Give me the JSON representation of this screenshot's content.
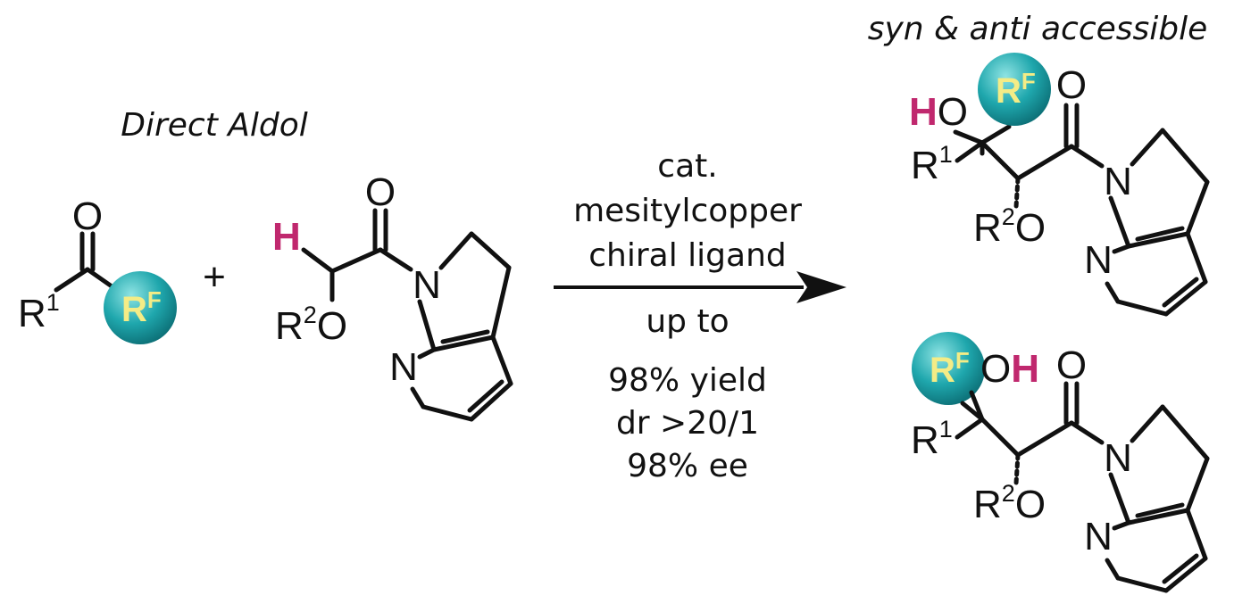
{
  "scheme": {
    "title": "Direct Aldol",
    "products_header": "syn & anti accessible",
    "plus": "+",
    "conditions_above": [
      "cat.",
      "mesitylcopper",
      "chiral ligand"
    ],
    "conditions_below": [
      "up to",
      "98% yield",
      "dr >20/1",
      "98% ee"
    ]
  },
  "labels": {
    "R": "R",
    "one": "1",
    "two": "2",
    "F": "F",
    "O": "O",
    "N": "N",
    "H": "H",
    "HO": "HO",
    "OH": "OH",
    "H_left": "H",
    "H_right": "H"
  },
  "colors": {
    "bond": "#111111",
    "highlight_H": "#c0286e",
    "rf_sphere_center": "#7fdcdc",
    "rf_sphere_mid": "#1fa7ad",
    "rf_sphere_edge": "#0c6f76",
    "rf_text": "#f4ec86"
  }
}
